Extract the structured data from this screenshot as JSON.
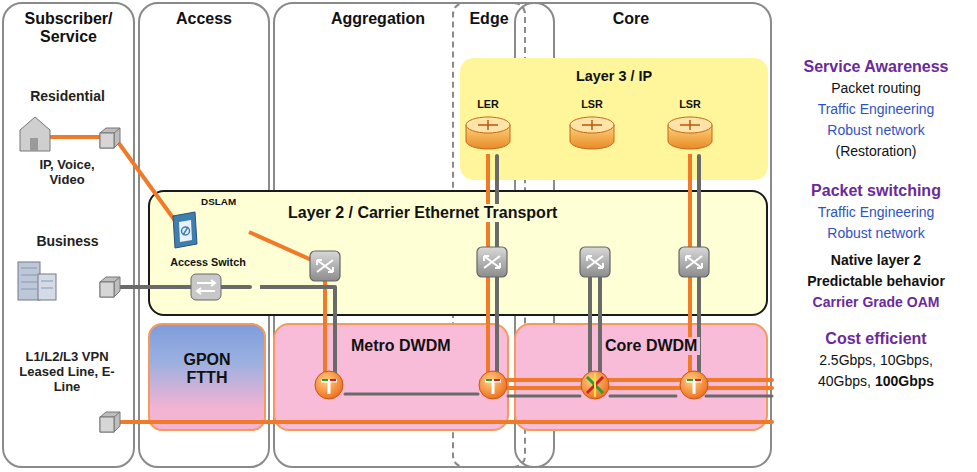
{
  "diagram": {
    "nodes": [
      {
        "text": [
          "Subscriber/ Service"
        ]
      },
      {
        "text": [
          "Access"
        ]
      },
      {
        "text": [
          "Aggregation"
        ]
      },
      {
        "text": [
          "Edge"
        ]
      },
      {
        "text": [
          "Core"
        ]
      },
      {
        "text": [
          "Layer 3 / IP"
        ]
      },
      {
        "text": [
          "LER"
        ],
        "in": 5
      },
      {
        "text": [
          "LSR"
        ],
        "in": 5
      },
      {
        "text": [
          "LSR"
        ],
        "in": 5
      },
      {
        "text": [
          "Layer 2 / Carrier Ethernet Transport"
        ]
      },
      {
        "text": [
          "DSLAM"
        ],
        "in": 9
      },
      {
        "text": [
          "Access Switch"
        ],
        "in": 9
      },
      {
        "text": [
          "GPON FTTH"
        ]
      },
      {
        "text": [
          "Metro DWDM"
        ]
      },
      {
        "text": [
          "Core DWDM"
        ]
      }
    ],
    "edges": [
      {
        "from": 10,
        "to": 13,
        "arrow": "none"
      },
      {
        "from": 6,
        "to": 13,
        "arrow": "none"
      },
      {
        "from": 8,
        "to": 14,
        "arrow": "none"
      },
      {
        "from": 11,
        "to": 13,
        "arrow": "none"
      }
    ],
    "labels": [
      "Residential",
      "IP, Voice, Video",
      "Business",
      "L1/L2/L3 VPN Leased Line, E-Line",
      "Service Awareness",
      "Packet routing",
      "Traffic Engineering",
      "Robust network",
      "(Restoration)",
      "Packet switching",
      "Traffic Engineering",
      "Robust network",
      "Native layer 2",
      "Predictable behavior",
      "Carrier Grade OAM",
      "Cost efficient",
      "2.5Gbps, 10Gbps,",
      "40Gbps,",
      "100Gbps"
    ]
  }
}
